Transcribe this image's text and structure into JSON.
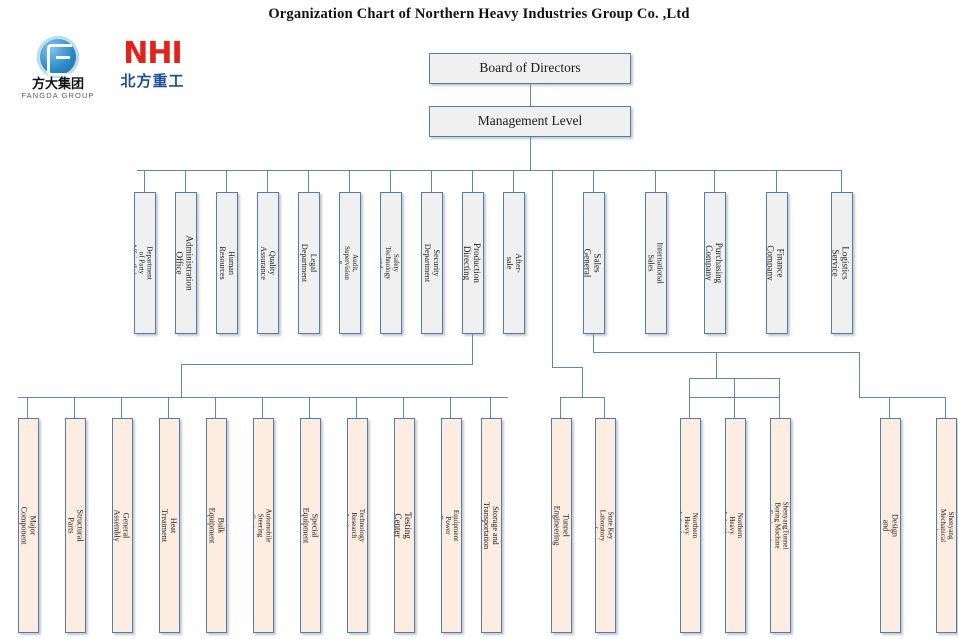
{
  "title": "Organization Chart of Northern Heavy Industries  Group Co. ,Ltd",
  "logos": {
    "fangda": {
      "cn": "方大集团",
      "en": "FANGDA GROUP",
      "mark_color": "#2f8fc9"
    },
    "nhi": {
      "mark": "NHI",
      "cn": "北方重工",
      "mark_color": "#e2231a",
      "cn_color": "#1b4f9c"
    }
  },
  "colors": {
    "box_border": "#4a7ebb",
    "box_fill_gray": "#f0f0f0",
    "box_fill_peach": "#fdece0",
    "connector": "#5b87bd"
  },
  "top": {
    "board": "Board of Directors",
    "management": "Management Level"
  },
  "level2_left": [
    "Department of Party\nAffairs(Labor Union)",
    "Administration Office",
    "Human Resources\nDepartment",
    "Quality Assurance\nDepartment",
    "Legal Department",
    "Audit, Supervision &\nLegal Department",
    "Safety Technology and\nEnvironmental Protection\nDepartment",
    "Security Department",
    "Production Directing\nCenter",
    "After-sale Service Center"
  ],
  "level2_right": [
    "Sales General Company",
    "International Sales\nGeneral Company",
    "Purchasing Company",
    "Finance Company",
    "Logistics Service Center"
  ],
  "level3_group_a": [
    "Major Component Branch Factory",
    "Structural Parts Branch Factory",
    "General Assembly Branch Factory",
    "Heat Treatment Branch Factory",
    "Bulk Equipment Branch Factory",
    "Automobile Steering System Branch Factory",
    "Special Equipment Branch Factory",
    "Technology Research Institute Department",
    "Testing Center",
    "Equipment Power Energy Service Department",
    "Storage and Transportation Center"
  ],
  "level3_group_b": [
    "Tunnel Engineering Technology Company",
    "State Key Laboratory of Intelligent Mining and\nEquipment for Deep Metal Mines"
  ],
  "level3_group_c": [
    "Northern Heavy Industries Petroleum Equipment\nCo.,Ltd",
    "Northern Heavy Industries Fuller (Shenyang)\nMiningCo,Ltd",
    "ShenyangTunnel Boring Machine Equipment\nCo.,Ltd"
  ],
  "level3_group_d": [
    "Design and Research Institute",
    "Shenyang Mechanical and Electrical Research\nand Design Institute"
  ]
}
